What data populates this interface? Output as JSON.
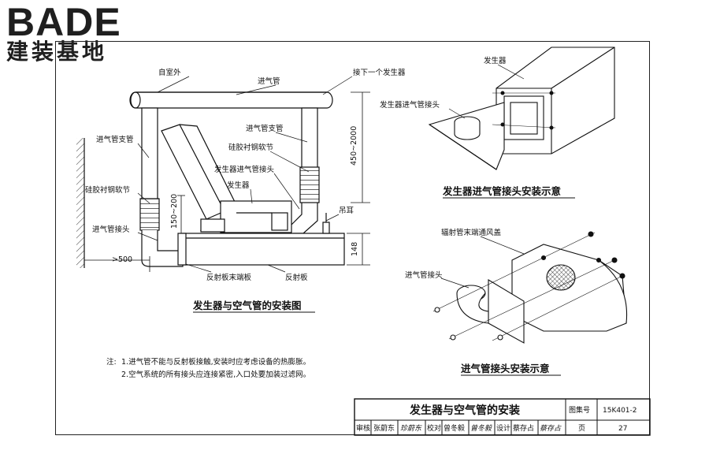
{
  "logo": {
    "brand": "BADE",
    "subtitle": "建装基地"
  },
  "main_diagram": {
    "caption": "发生器与空气管的安装图",
    "labels": {
      "from_outdoor": "自室外",
      "intake_pipe": "进气管",
      "to_next_generator": "接下一个发生器",
      "branch_left": "进气管支管",
      "branch_right": "进气管支管",
      "silicone_hose_left": "硅胶衬钢软节",
      "silicone_hose_right": "硅胶衬钢软节",
      "generator_intake_joint": "发生器进气管接头",
      "generator": "发生器",
      "intake_joint": "进气管接头",
      "hanger": "吊耳",
      "reflector_end_plate": "反射板末端板",
      "reflector": "反射板"
    },
    "dimensions": {
      "height_range": "450~2000",
      "gap_range": "150~200",
      "height_148": "148",
      "dist_500": ">500"
    }
  },
  "detail_top": {
    "caption": "发生器进气管接头安装示意",
    "labels": {
      "generator": "发生器",
      "intake_joint": "发生器进气管接头"
    }
  },
  "detail_bottom": {
    "caption": "进气管接头安装示意",
    "labels": {
      "vent_cover": "辐射管末端通风盖",
      "intake_joint": "进气管接头"
    }
  },
  "notes": {
    "prefix": "注:",
    "line1": "1.进气管不能与反射板接触,安装时应考虑设备的热膨胀。",
    "line2": "2.空气系统的所有接头应连接紧密,入口处要加装过滤网。"
  },
  "title_block": {
    "title": "发生器与空气管的安装",
    "atlas_label": "图集号",
    "atlas_no": "15K401-2",
    "review_label": "审核",
    "reviewer": "张蔚东",
    "reviewer_sign": "珍蔚东",
    "check_label": "校对",
    "checker": "曾冬毅",
    "checker_sign": "曾冬毅",
    "design_label": "设计",
    "designer": "蔡存占",
    "designer_sign": "蔡存占",
    "page_label": "页",
    "page_no": "27"
  }
}
